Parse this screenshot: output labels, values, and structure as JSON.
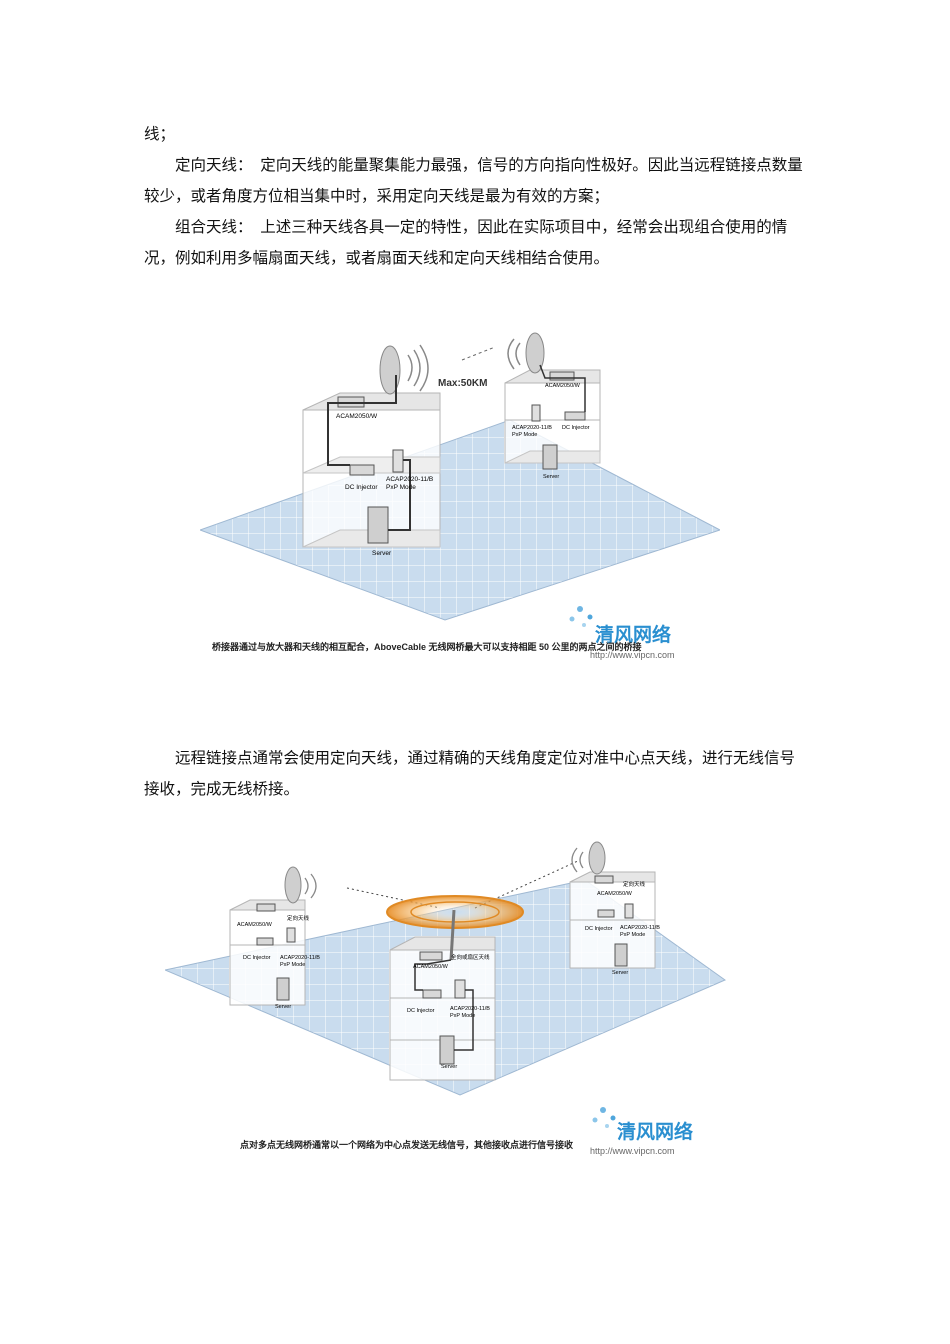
{
  "paragraphs_top": [
    "线；",
    "定向天线：　定向天线的能量聚集能力最强，信号的方向指向性极好。因此当远程链接点数量较少，或者角度方位相当集中时，采用定向天线是最为有效的方案；",
    "组合天线：　上述三种天线各具一定的特性，因此在实际项目中，经常会出现组合使用的情况，例如利用多幅扇面天线，或者扇面天线和定向天线相结合使用。"
  ],
  "figure1": {
    "distance_label": "Max:50KM",
    "building_left": {
      "top_device": "ACAM2050/W",
      "mid_device_a": "DC Injector",
      "mid_device_b_line1": "ACAP2020-11/B",
      "mid_device_b_line2": "PxP Mode",
      "server": "Server"
    },
    "building_right": {
      "top_device": "ACAM2050/W",
      "mid_device_a_line1": "ACAP2020-11/B",
      "mid_device_a_line2": "PxP Mode",
      "mid_device_b": "DC Injector",
      "server": "Server"
    },
    "caption": "桥接器通过与放大器和天线的相互配合，AboveCable 无线网桥最大可以支持相距 50 公里的两点之间的桥接",
    "watermark_brand": "清风网络",
    "watermark_url": "http://www.vipcn.com"
  },
  "paragraph_mid": "远程链接点通常会使用定向天线，通过精确的天线角度定位对准中心点天线，进行无线信号接收，完成无线桥接。",
  "figure2": {
    "left": {
      "antenna": "定向天线",
      "top_device": "ACAM2050/W",
      "dc": "DC Injector",
      "ap_line1": "ACAP2020-11/B",
      "ap_line2": "PxP Mode",
      "server": "Server"
    },
    "center": {
      "antenna": "全向或扇区天线",
      "top_device": "ACAM2050/W",
      "dc": "DC Injector",
      "ap_line1": "ACAP2020-11/B",
      "ap_line2": "PxP Mode",
      "server": "Server"
    },
    "right": {
      "antenna": "定向天线",
      "top_device": "ACAM2050/W",
      "dc": "DC Injector",
      "ap_line1": "ACAP2020-11/B",
      "ap_line2": "PxP Mode",
      "server": "Server"
    },
    "caption": "点对多点无线网桥通常以一个网络为中心点发送无线信号，其他接收点进行信号接收",
    "watermark_brand": "清风网络",
    "watermark_url": "http://www.vipcn.com"
  }
}
